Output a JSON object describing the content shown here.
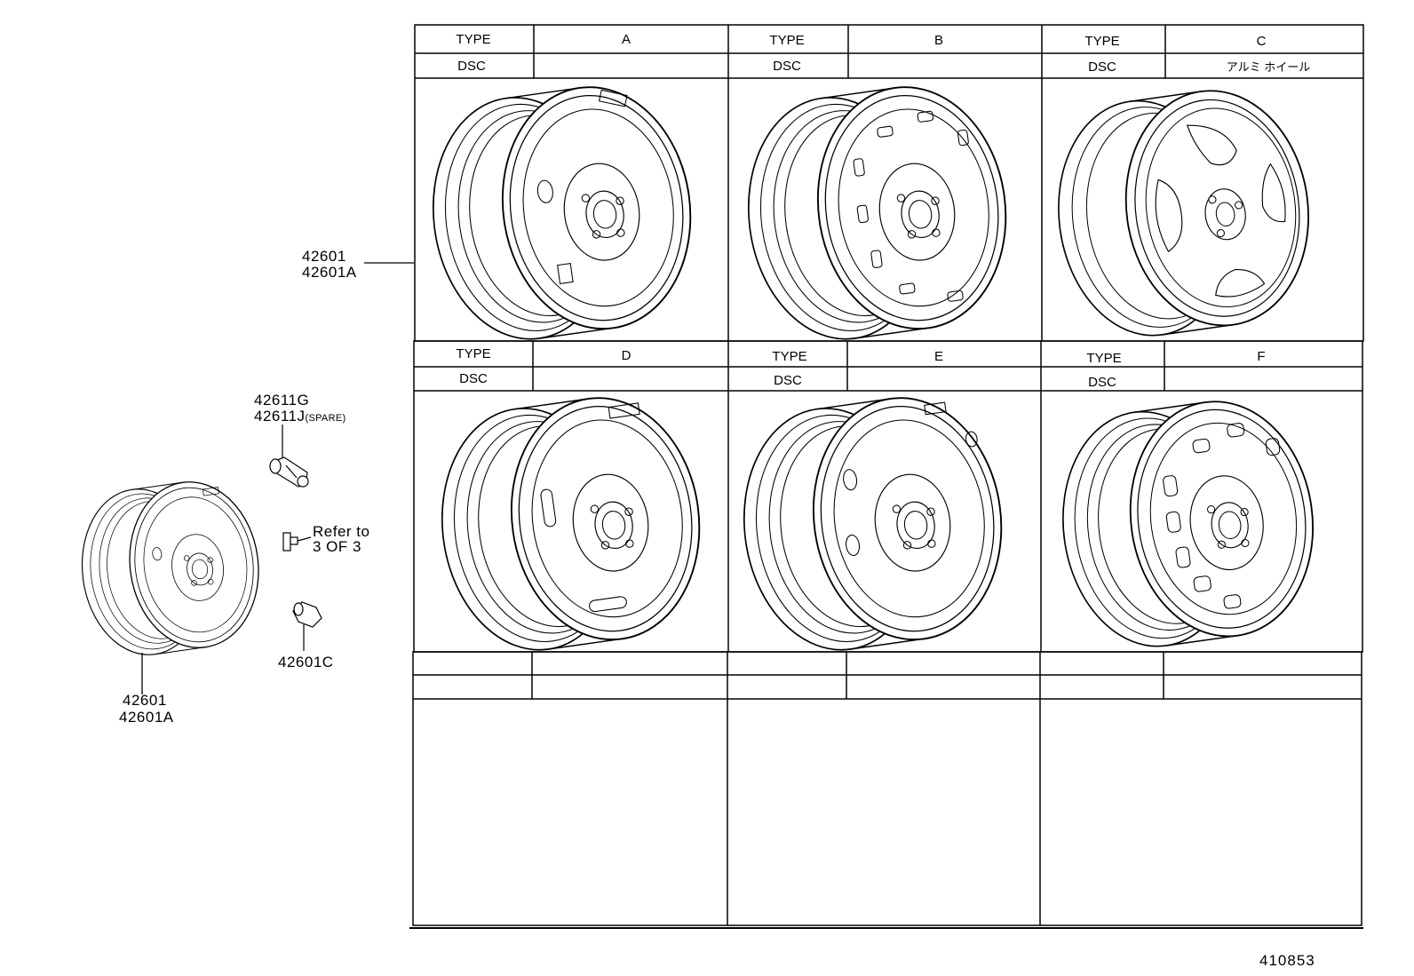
{
  "panels": [
    {
      "type_label": "TYPE",
      "type_value": "A",
      "dsc_label": "DSC",
      "dsc_value": "",
      "wheel": "steel-wheel-A"
    },
    {
      "type_label": "TYPE",
      "type_value": "B",
      "dsc_label": "DSC",
      "dsc_value": "",
      "wheel": "steel-wheel-B"
    },
    {
      "type_label": "TYPE",
      "type_value": "C",
      "dsc_label": "DSC",
      "dsc_value": "アルミ ホイール",
      "wheel": "alloy-wheel-C"
    },
    {
      "type_label": "TYPE",
      "type_value": "D",
      "dsc_label": "DSC",
      "dsc_value": "",
      "wheel": "steel-wheel-D"
    },
    {
      "type_label": "TYPE",
      "type_value": "E",
      "dsc_label": "DSC",
      "dsc_value": "",
      "wheel": "steel-wheel-E"
    },
    {
      "type_label": "TYPE",
      "type_value": "F",
      "dsc_label": "DSC",
      "dsc_value": "",
      "wheel": "steel-wheel-F"
    }
  ],
  "callouts": {
    "wheel_upper_1": "42601",
    "wheel_upper_2": "42601A",
    "valve_1": "42611G",
    "valve_2": "42611J",
    "valve_spare": "(SPARE)",
    "refer_1": "Refer to",
    "refer_2": "3 OF 3",
    "nut": "42601C",
    "wheel_lower_1": "42601",
    "wheel_lower_2": "42601A"
  },
  "drawing_number": "410853",
  "colors": {
    "ink": "#000000",
    "paper": "#ffffff"
  }
}
